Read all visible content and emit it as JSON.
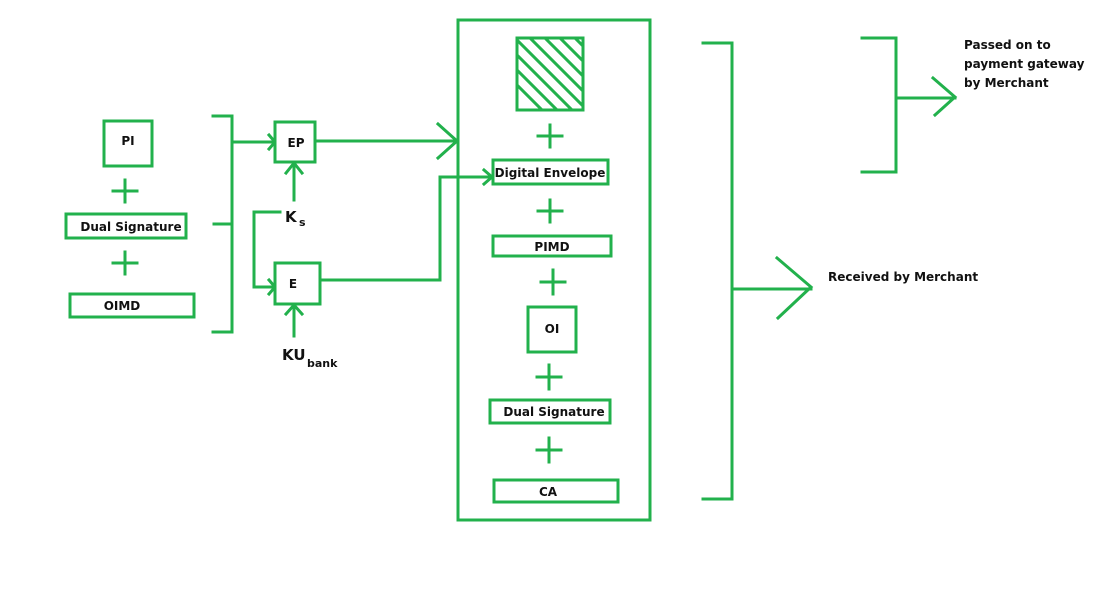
{
  "diagram": {
    "title": "",
    "accent_color": "#22b14c",
    "left_group": {
      "items": [
        "PI",
        "Dual Signature",
        "OIMD"
      ]
    },
    "encryption": {
      "ep_label": "EP",
      "e_label": "E",
      "ks_label": "K",
      "ks_sub": "s",
      "kubank_label": "KU",
      "kubank_sub": "bank"
    },
    "center_group": {
      "hatched_item": "encrypted-payload",
      "items": [
        "Digital Envelope",
        "PIMD",
        "OI",
        "Dual Signature",
        "CA"
      ]
    },
    "right_labels": {
      "gateway": [
        "Passed on to",
        "payment gateway",
        "by Merchant"
      ],
      "merchant": "Received by Merchant"
    }
  }
}
